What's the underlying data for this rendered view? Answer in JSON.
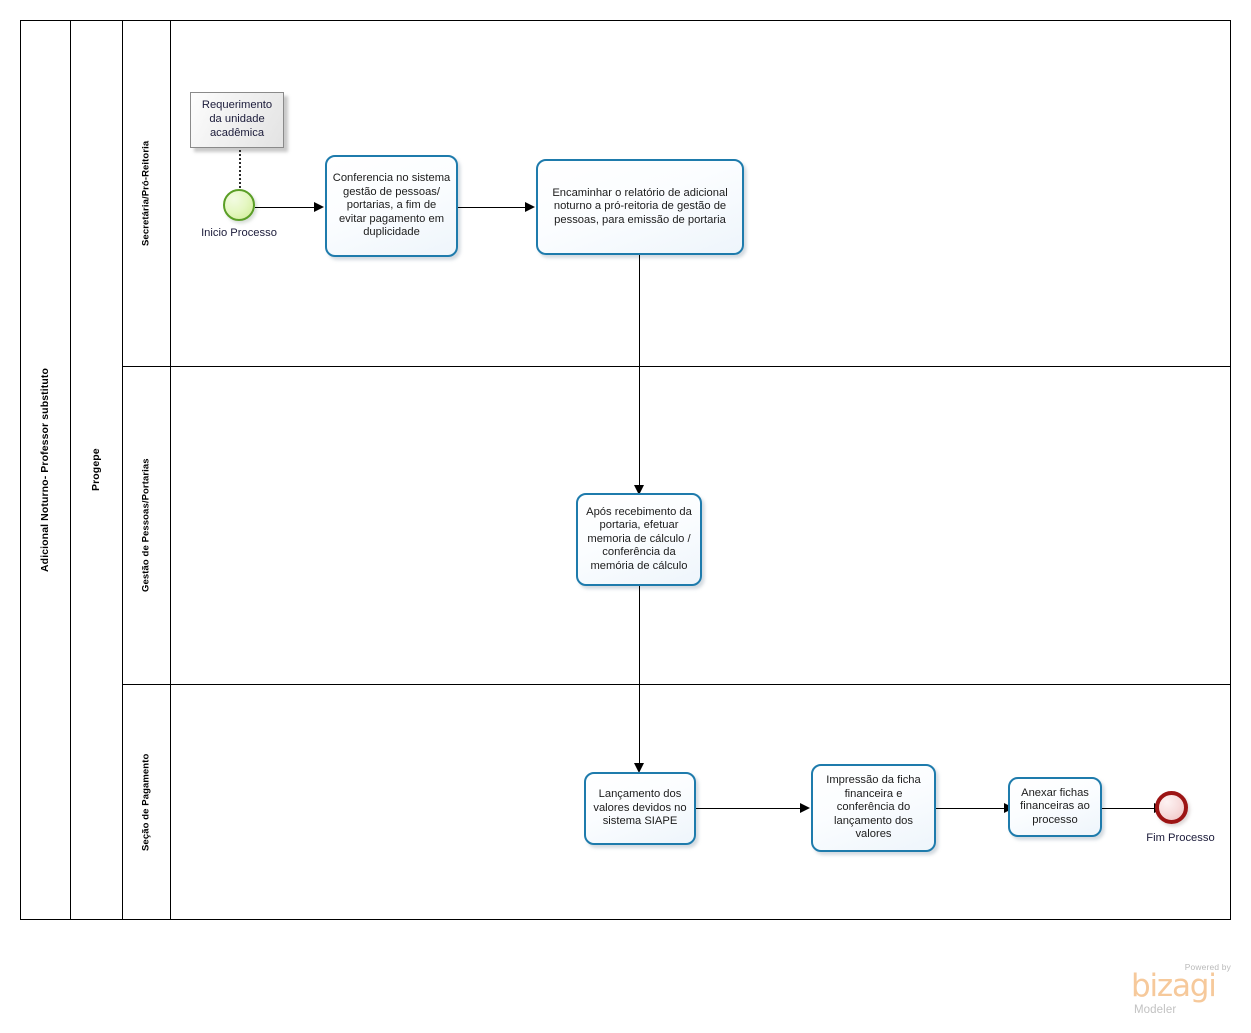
{
  "diagram": {
    "type": "bpmn-process-lane-diagram",
    "pool_label": "Adicional Noturno- Professor substituto",
    "participant_label": "Progepe",
    "lanes": [
      {
        "id": "lane-secretaria",
        "label": "Secretária/Pró-Reitoria"
      },
      {
        "id": "lane-gestao",
        "label": "Gestão de Pessoas/Portarias"
      },
      {
        "id": "lane-pagamento",
        "label": "Seção de Pagamento"
      }
    ]
  },
  "nodes": {
    "data_object": {
      "name": "requerimento-data-object",
      "text": "Requerimento da unidade acadêmica"
    },
    "start_event": {
      "name": "start-event",
      "label": "Inicio Processo"
    },
    "end_event": {
      "name": "end-event",
      "label": "Fim Processo"
    },
    "tasks": [
      {
        "id": "task-conferencia",
        "lane": "lane-secretaria",
        "text": "Conferencia no sistema gestão de pessoas/ portarias, a fim de evitar pagamento em duplicidade"
      },
      {
        "id": "task-encaminhar",
        "lane": "lane-secretaria",
        "text": "Encaminhar o relatório de adicional noturno a pró-reitoria de gestão de pessoas, para emissão de portaria"
      },
      {
        "id": "task-memoria",
        "lane": "lane-gestao",
        "text": "Após recebimento da portaria, efetuar memoria de cálculo / conferência da memória de cálculo"
      },
      {
        "id": "task-lancamento",
        "lane": "lane-pagamento",
        "text": "Lançamento dos valores devidos no sistema SIAPE"
      },
      {
        "id": "task-impressao",
        "lane": "lane-pagamento",
        "text": "Impressão da ficha financeira e conferência do lançamento dos valores"
      },
      {
        "id": "task-anexar",
        "lane": "lane-pagamento",
        "text": "Anexar fichas financeiras ao processo"
      }
    ]
  },
  "watermark": {
    "powered_by": "Powered by",
    "brand": "bizagi",
    "product": "Modeler"
  },
  "colors": {
    "task_border": "#1e7bac",
    "task_fill": "#f3f8fd",
    "start_event_border": "#5a9e26",
    "end_event_border": "#9c1414",
    "lane_border": "#000000",
    "brand_orange": "#f6c99b",
    "watermark_gray": "#c2c2c2"
  }
}
